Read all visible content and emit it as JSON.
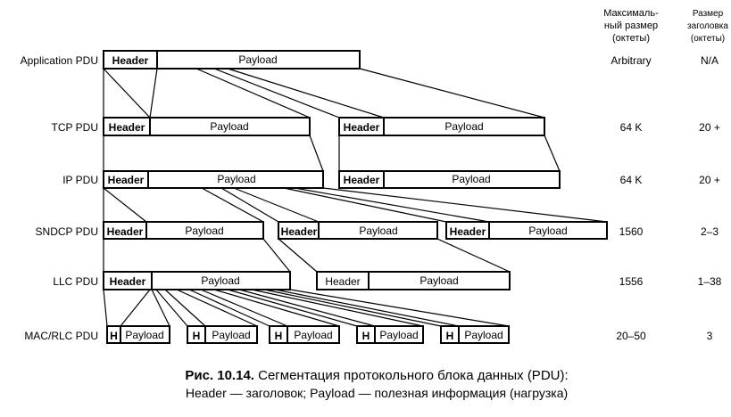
{
  "columns": {
    "max_size_header": [
      "Максималь-",
      "ный размер",
      "(октеты)"
    ],
    "header_size_header": [
      "Размер",
      "заголовка",
      "(октеты)"
    ]
  },
  "rows": [
    {
      "label": "Application PDU",
      "max_size": "Arbitrary",
      "header_size": "N/A"
    },
    {
      "label": "TCP PDU",
      "max_size": "64 K",
      "header_size": "20 +"
    },
    {
      "label": "IP PDU",
      "max_size": "64 K",
      "header_size": "20 +"
    },
    {
      "label": "SNDCP PDU",
      "max_size": "1560",
      "header_size": "2–3"
    },
    {
      "label": "LLC PDU",
      "max_size": "1556",
      "header_size": "1–38"
    },
    {
      "label": "MAC/RLC PDU",
      "max_size": "20–50",
      "header_size": "3"
    }
  ],
  "segment_text": {
    "header": "Header",
    "payload": "Payload",
    "header_short": "H"
  },
  "caption": {
    "figure_number": "Рис. 10.14.",
    "title": " Сегментация протокольного блока данных (PDU):",
    "legend": "Header — заголовок; Payload — полезная информация (нагрузка)"
  }
}
